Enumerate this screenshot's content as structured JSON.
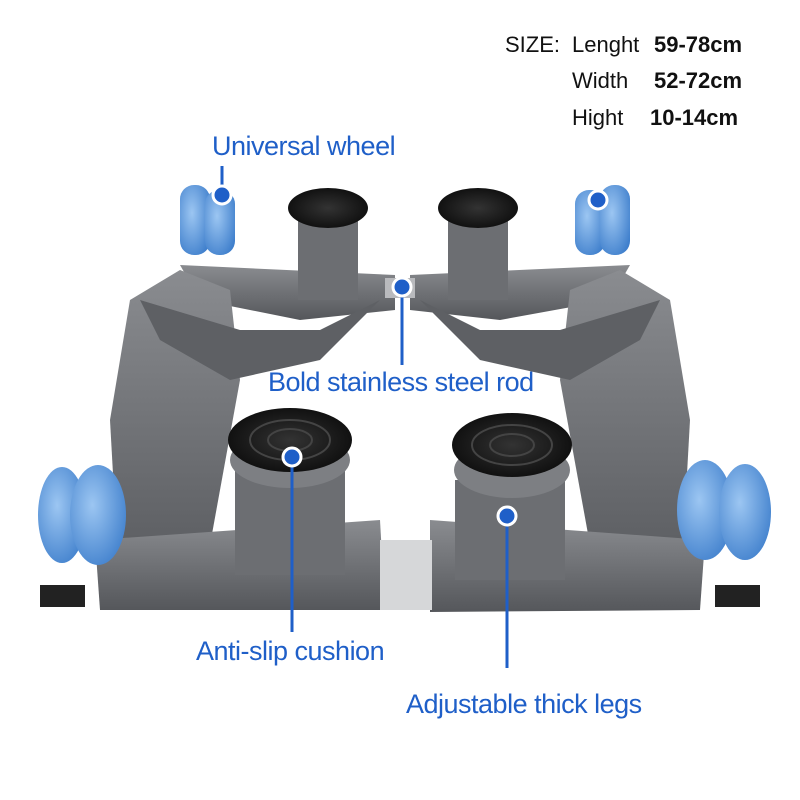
{
  "size": {
    "prefix": "SIZE:",
    "rows": [
      {
        "name": "Lenght",
        "value": "59-78cm"
      },
      {
        "name": "Width",
        "value": "52-72cm"
      },
      {
        "name": "Hight",
        "value": "10-14cm"
      }
    ]
  },
  "callouts": {
    "wheel": "Universal wheel",
    "rod": "Bold stainless steel rod",
    "cushion": "Anti-slip cushion",
    "legs": "Adjustable thick legs"
  },
  "colors": {
    "accent": "#1f5fc8",
    "frame": "#6e7074",
    "wheel": "#5b9be0"
  }
}
